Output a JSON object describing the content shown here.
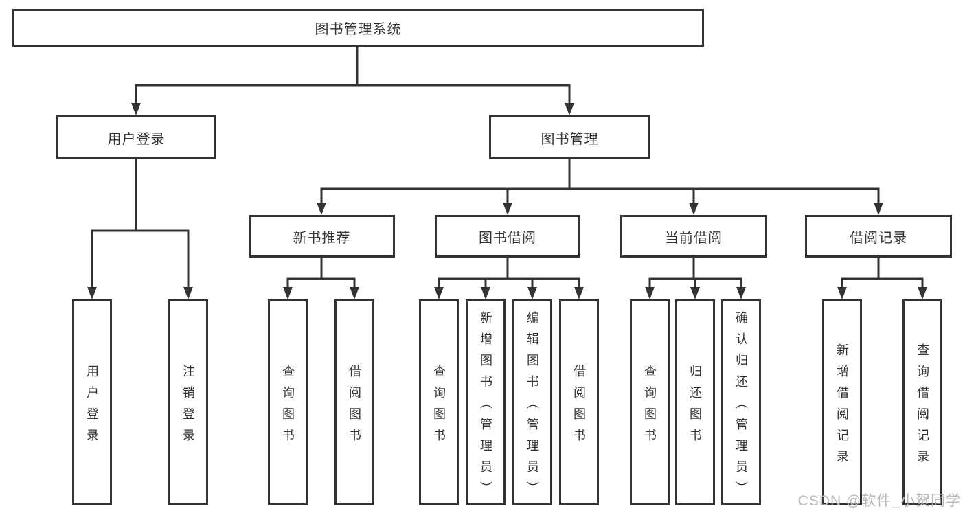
{
  "tree": {
    "label": "图书管理系统",
    "children": [
      {
        "label": "用户登录",
        "children": [
          {
            "label": "用户登录"
          },
          {
            "label": "注销登录"
          }
        ]
      },
      {
        "label": "图书管理",
        "children": [
          {
            "label": "新书推荐",
            "children": [
              {
                "label": "查询图书"
              },
              {
                "label": "借阅图书"
              }
            ]
          },
          {
            "label": "图书借阅",
            "children": [
              {
                "label": "查询图书"
              },
              {
                "label": "新增图书（管理员）"
              },
              {
                "label": "编辑图书（管理员）"
              },
              {
                "label": "借阅图书"
              }
            ]
          },
          {
            "label": "当前借阅",
            "children": [
              {
                "label": "查询图书"
              },
              {
                "label": "归还图书"
              },
              {
                "label": "确认归还（管理员）"
              }
            ]
          },
          {
            "label": "借阅记录",
            "children": [
              {
                "label": "新增借阅记录"
              },
              {
                "label": "查询借阅记录"
              }
            ]
          }
        ]
      }
    ]
  },
  "watermark": "CSDN @软件_小贺同学",
  "colors": {
    "line": "#333333",
    "box_border": "#333333",
    "box_background": "#ffffff",
    "text": "#333333",
    "watermark_text": "#b9b9b9"
  }
}
